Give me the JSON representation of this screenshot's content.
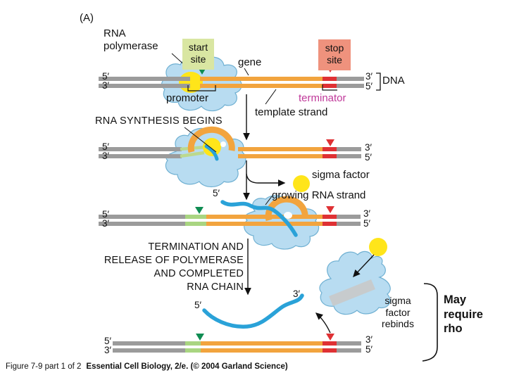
{
  "panel_label": "(A)",
  "labels": {
    "rna_polymerase_1": "RNA",
    "rna_polymerase_2": "polymerase",
    "start_site_1": "start",
    "start_site_2": "site",
    "gene": "gene",
    "stop_site_1": "stop",
    "stop_site_2": "site",
    "promoter": "promoter",
    "terminator": "terminator",
    "dna": "DNA",
    "template_strand": "template strand",
    "rna_synthesis_begins": "RNA SYNTHESIS BEGINS",
    "sigma_factor": "sigma factor",
    "growing_rna_strand": "growing RNA strand",
    "termination_1": "TERMINATION AND",
    "termination_2": "RELEASE OF POLYMERASE",
    "termination_3": "AND COMPLETED",
    "termination_4": "RNA CHAIN",
    "sigma_rebinds_1": "sigma",
    "sigma_rebinds_2": "factor",
    "sigma_rebinds_3": "rebinds",
    "rho_1": "May",
    "rho_2": "require",
    "rho_3": "rho"
  },
  "strand_ends": {
    "five": "5′",
    "three": "3′"
  },
  "caption": {
    "figure_ref": "Figure 7-9 part 1 of 2",
    "source": "Essential Cell Biology, 2/e. (© 2004 Garland Science)"
  },
  "colors": {
    "dna_orange": "#f2a43e",
    "dna_gray": "#9b9b9b",
    "rna_blue": "#2aa2d8",
    "polymerase_blue": "#b8dcf1",
    "sigma_yellow": "#ffe51a",
    "start_marker_green": "#0f8c52",
    "start_segment_green": "#a9d581",
    "stop_marker_red": "#df3134",
    "start_site_bg": "#d9e6a2",
    "stop_site_bg": "#ef927d",
    "terminator_text": "#c0399a",
    "sigma_band_gray": "#c7cbcd"
  }
}
